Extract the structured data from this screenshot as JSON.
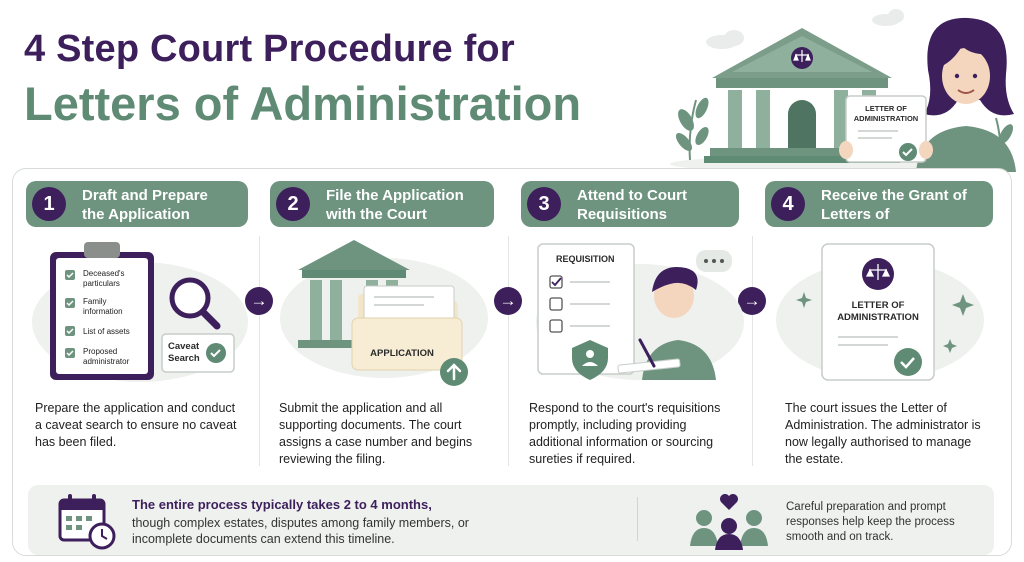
{
  "title": {
    "line1": "4 Step Court Procedure for",
    "line2": "Letters of Administration"
  },
  "hero": {
    "document_label": "LETTER OF ADMINISTRATION"
  },
  "steps": [
    {
      "number": "1",
      "label": "Draft and Prepare the Application",
      "description": "Prepare the application and conduct a caveat search to ensure no caveat has been filed.",
      "checklist": [
        "Deceased's particulars",
        "Family information",
        "List of assets",
        "Proposed administrator"
      ],
      "badge": "Caveat Search"
    },
    {
      "number": "2",
      "label": "File the Application with the Court",
      "description": "Submit the application and all supporting documents. The court assigns a case number and begins reviewing the filing.",
      "folder_label": "APPLICATION"
    },
    {
      "number": "3",
      "label": "Attend to Court Requisitions",
      "description": "Respond to the court's requisitions promptly, including providing additional information or sourcing sureties if required.",
      "doc_label": "REQUISITION"
    },
    {
      "number": "4",
      "label": "Receive the Grant of Letters of Administration",
      "description": "The court issues the Letter of Administration. The administrator is now legally authorised to manage the estate.",
      "doc_label": "LETTER OF ADMINISTRATION"
    }
  ],
  "footer": {
    "highlight": "The entire process typically takes 2 to 4 months,",
    "detail": "though complex estates, disputes among family members, or incomplete documents can extend this timeline.",
    "tip": "Careful preparation and prompt responses help keep the process smooth and on track."
  },
  "colors": {
    "purple": "#3d1f5c",
    "green": "#6e9480",
    "title_green": "#5f8a74",
    "light_bg": "#eef1ee"
  },
  "icons": [
    "courthouse-icon",
    "person-icon",
    "clipboard-icon",
    "magnifier-icon",
    "check-icon",
    "folder-icon",
    "upload-arrow-icon",
    "shield-icon",
    "speech-bubble-icon",
    "scales-icon",
    "calendar-clock-icon",
    "family-heart-icon",
    "arrow-right-icon"
  ]
}
